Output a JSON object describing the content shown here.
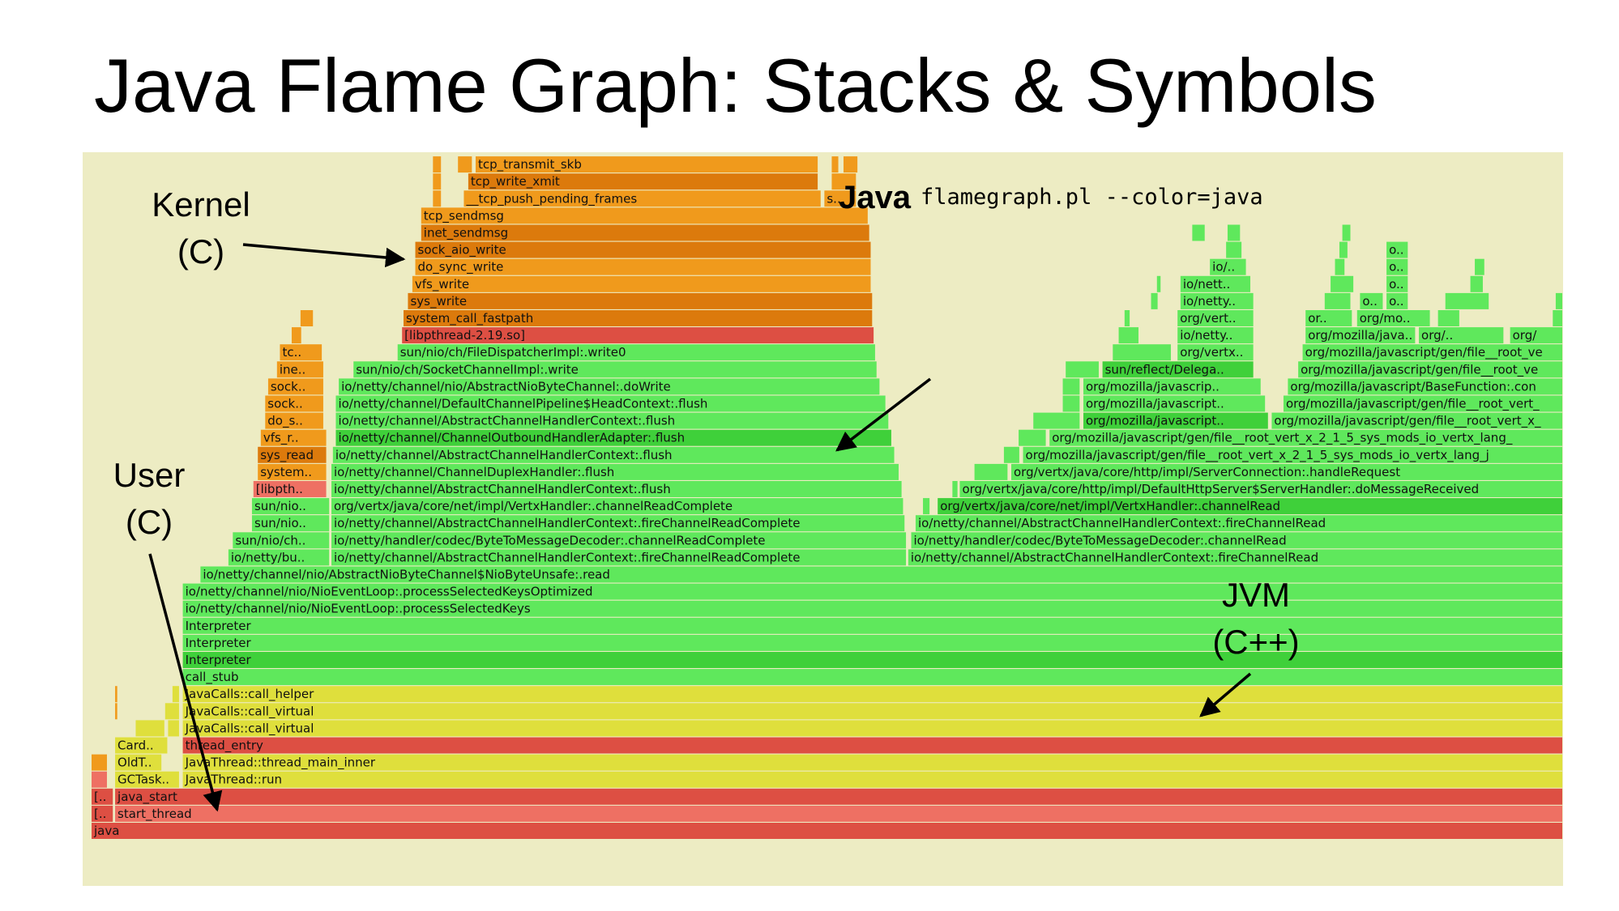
{
  "slide": {
    "title": "Java Flame Graph: Stacks & Symbols",
    "command": "flamegraph.pl --color=java"
  },
  "annotations": {
    "kernel": "Kernel",
    "kernel_lang": "(C)",
    "java": "Java",
    "user": "User",
    "user_lang": "(C)",
    "jvm": "JVM",
    "jvm_lang": "(C++)"
  },
  "colors": {
    "background": "#edecc3",
    "java_green": "#5ee85a",
    "jvm_yellow": "#dcdc3a",
    "user_red": "#e05a4a",
    "kernel_orange": "#e58a10"
  },
  "flame": {
    "frames": [
      {
        "row": 0,
        "label": "java",
        "s": 0,
        "e": 1,
        "c": "red"
      },
      {
        "row": 1,
        "label": "[..",
        "s": 0,
        "e": 0.015,
        "c": "red"
      },
      {
        "row": 1,
        "label": "start_thread",
        "s": 0.016,
        "e": 1,
        "c": "lred"
      },
      {
        "row": 2,
        "label": "[..",
        "s": 0,
        "e": 0.015,
        "c": "red"
      },
      {
        "row": 2,
        "label": "java_start",
        "s": 0.016,
        "e": 1,
        "c": "red"
      },
      {
        "row": 3,
        "label": "",
        "s": 0,
        "e": 0.011,
        "c": "lred"
      },
      {
        "row": 3,
        "label": "GCTask..",
        "s": 0.016,
        "e": 0.06,
        "c": "yellow"
      },
      {
        "row": 3,
        "label": "JavaThread::run",
        "s": 0.062,
        "e": 1,
        "c": "yellow"
      },
      {
        "row": 4,
        "label": "",
        "s": 0,
        "e": 0.011,
        "c": "orange"
      },
      {
        "row": 4,
        "label": "OldT..",
        "s": 0.016,
        "e": 0.048,
        "c": "yellow"
      },
      {
        "row": 4,
        "label": "JavaThread::thread_main_inner",
        "s": 0.062,
        "e": 1,
        "c": "yellow"
      },
      {
        "row": 5,
        "label": "Card..",
        "s": 0.016,
        "e": 0.052,
        "c": "yellow"
      },
      {
        "row": 5,
        "label": "thread_entry",
        "s": 0.062,
        "e": 1,
        "c": "red"
      },
      {
        "row": 6,
        "label": "",
        "s": 0.03,
        "e": 0.05,
        "c": "yellow"
      },
      {
        "row": 6,
        "label": "JavaCalls::call_virtual",
        "s": 0.062,
        "e": 1,
        "c": "yellow"
      },
      {
        "row": 7,
        "label": "JavaCalls::call_virtual",
        "s": 0.062,
        "e": 1,
        "c": "yellow"
      },
      {
        "row": 8,
        "label": "JavaCalls::call_helper",
        "s": 0.062,
        "e": 1,
        "c": "yellow"
      },
      {
        "row": 9,
        "label": "call_stub",
        "s": 0.062,
        "e": 1,
        "c": "green"
      },
      {
        "row": 10,
        "label": "Interpreter",
        "s": 0.062,
        "e": 1,
        "c": "dgreen"
      },
      {
        "row": 11,
        "label": "Interpreter",
        "s": 0.062,
        "e": 1,
        "c": "green"
      },
      {
        "row": 12,
        "label": "Interpreter",
        "s": 0.062,
        "e": 1,
        "c": "green"
      },
      {
        "row": 13,
        "label": "io/netty/channel/nio/NioEventLoop:.processSelectedKeys",
        "s": 0.062,
        "e": 1,
        "c": "green"
      },
      {
        "row": 14,
        "label": "io/netty/channel/nio/NioEventLoop:.processSelectedKeysOptimized",
        "s": 0.062,
        "e": 1,
        "c": "green"
      },
      {
        "row": 15,
        "label": "io/netty/channel/nio/AbstractNioByteChannel$NioByteUnsafe:.read",
        "s": 0.074,
        "e": 1,
        "c": "green"
      },
      {
        "row": 16,
        "label": "io/netty/bu..",
        "s": 0.093,
        "e": 0.162,
        "c": "green"
      },
      {
        "row": 16,
        "label": "io/netty/channel/AbstractChannelHandlerContext:.fireChannelReadComplete",
        "s": 0.163,
        "e": 0.554,
        "c": "green"
      },
      {
        "row": 16,
        "label": "io/netty/channel/AbstractChannelHandlerContext:.fireChannelRead",
        "s": 0.555,
        "e": 1,
        "c": "green"
      },
      {
        "row": 17,
        "label": "sun/nio/ch..",
        "s": 0.096,
        "e": 0.162,
        "c": "green"
      },
      {
        "row": 17,
        "label": "io/netty/handler/codec/ByteToMessageDecoder:.channelReadComplete",
        "s": 0.163,
        "e": 0.554,
        "c": "green"
      },
      {
        "row": 17,
        "label": "io/netty/handler/codec/ByteToMessageDecoder:.channelRead",
        "s": 0.557,
        "e": 1,
        "c": "green"
      },
      {
        "row": 18,
        "label": "sun/nio..",
        "s": 0.109,
        "e": 0.162,
        "c": "green"
      },
      {
        "row": 18,
        "label": "io/netty/channel/AbstractChannelHandlerContext:.fireChannelReadComplete",
        "s": 0.163,
        "e": 0.553,
        "c": "green"
      },
      {
        "row": 18,
        "label": "io/netty/channel/AbstractChannelHandlerContext:.fireChannelRead",
        "s": 0.56,
        "e": 1,
        "c": "green"
      },
      {
        "row": 19,
        "label": "sun/nio..",
        "s": 0.109,
        "e": 0.162,
        "c": "green"
      },
      {
        "row": 19,
        "label": "org/vertx/java/core/net/impl/VertxHandler:.channelReadComplete",
        "s": 0.163,
        "e": 0.552,
        "c": "green"
      },
      {
        "row": 19,
        "label": "org/vertx/java/core/net/impl/VertxHandler:.channelRead",
        "s": 0.575,
        "e": 1,
        "c": "dgreen"
      },
      {
        "row": 20,
        "label": "[libpth..",
        "s": 0.11,
        "e": 0.16,
        "c": "lred"
      },
      {
        "row": 20,
        "label": "io/netty/channel/AbstractChannelHandlerContext:.flush",
        "s": 0.163,
        "e": 0.551,
        "c": "green"
      },
      {
        "row": 20,
        "label": "org/vertx/java/core/http/impl/DefaultHttpServer$ServerHandler:.doMessageReceived",
        "s": 0.59,
        "e": 1,
        "c": "green"
      },
      {
        "row": 21,
        "label": "system..",
        "s": 0.113,
        "e": 0.16,
        "c": "orange"
      },
      {
        "row": 21,
        "label": "io/netty/channel/ChannelDuplexHandler:.flush",
        "s": 0.163,
        "e": 0.549,
        "c": "green"
      },
      {
        "row": 21,
        "label": "org/vertx/java/core/http/impl/ServerConnection:.handleRequest",
        "s": 0.625,
        "e": 1,
        "c": "green"
      },
      {
        "row": 22,
        "label": "sys_read",
        "s": 0.113,
        "e": 0.16,
        "c": "dorange"
      },
      {
        "row": 22,
        "label": "io/netty/channel/AbstractChannelHandlerContext:.flush",
        "s": 0.164,
        "e": 0.546,
        "c": "green"
      },
      {
        "row": 22,
        "label": "org/mozilla/javascript/gen/file__root_vert_x_2_1_5_sys_mods_io_vertx_lang_j",
        "s": 0.633,
        "e": 1,
        "c": "green"
      },
      {
        "row": 23,
        "label": "vfs_r..",
        "s": 0.115,
        "e": 0.16,
        "c": "orange"
      },
      {
        "row": 23,
        "label": "io/netty/channel/ChannelOutboundHandlerAdapter:.flush",
        "s": 0.166,
        "e": 0.544,
        "c": "dgreen"
      },
      {
        "row": 23,
        "label": "org/mozilla/javascript/gen/file__root_vert_x_2_1_5_sys_mods_io_vertx_lang_",
        "s": 0.651,
        "e": 1,
        "c": "green"
      },
      {
        "row": 24,
        "label": "do_s..",
        "s": 0.118,
        "e": 0.158,
        "c": "orange"
      },
      {
        "row": 24,
        "label": "io/netty/channel/AbstractChannelHandlerContext:.flush",
        "s": 0.166,
        "e": 0.542,
        "c": "green"
      },
      {
        "row": 24,
        "label": "org/mozilla/javascript..",
        "s": 0.674,
        "e": 0.8,
        "c": "dgreen"
      },
      {
        "row": 24,
        "label": "org/mozilla/javascript/gen/file__root_vert_x_",
        "s": 0.802,
        "e": 1,
        "c": "green"
      },
      {
        "row": 25,
        "label": "sock..",
        "s": 0.118,
        "e": 0.158,
        "c": "orange"
      },
      {
        "row": 25,
        "label": "io/netty/channel/DefaultChannelPipeline$HeadContext:.flush",
        "s": 0.166,
        "e": 0.54,
        "c": "green"
      },
      {
        "row": 25,
        "label": "org/mozilla/javascript..",
        "s": 0.674,
        "e": 0.798,
        "c": "green"
      },
      {
        "row": 25,
        "label": "org/mozilla/javascript/gen/file__root_vert_",
        "s": 0.81,
        "e": 1,
        "c": "green"
      },
      {
        "row": 26,
        "label": "sock..",
        "s": 0.12,
        "e": 0.158,
        "c": "orange"
      },
      {
        "row": 26,
        "label": "io/netty/channel/nio/AbstractNioByteChannel:.doWrite",
        "s": 0.168,
        "e": 0.536,
        "c": "green"
      },
      {
        "row": 26,
        "label": "org/mozilla/javascrip..",
        "s": 0.674,
        "e": 0.795,
        "c": "green"
      },
      {
        "row": 26,
        "label": "org/mozilla/javascript/BaseFunction:.con",
        "s": 0.813,
        "e": 1,
        "c": "green"
      },
      {
        "row": 27,
        "label": "ine..",
        "s": 0.126,
        "e": 0.158,
        "c": "orange"
      },
      {
        "row": 27,
        "label": "sun/nio/ch/SocketChannelImpl:.write",
        "s": 0.178,
        "e": 0.534,
        "c": "green"
      },
      {
        "row": 27,
        "label": "sun/reflect/Delega..",
        "s": 0.687,
        "e": 0.79,
        "c": "dgreen"
      },
      {
        "row": 27,
        "label": "org/mozilla/javascript/gen/file__root_ve",
        "s": 0.82,
        "e": 1,
        "c": "green"
      },
      {
        "row": 28,
        "label": "tc..",
        "s": 0.128,
        "e": 0.157,
        "c": "orange"
      },
      {
        "row": 28,
        "label": "sun/nio/ch/FileDispatcherImpl:.write0",
        "s": 0.208,
        "e": 0.533,
        "c": "green"
      },
      {
        "row": 28,
        "label": "org/vertx..",
        "s": 0.738,
        "e": 0.79,
        "c": "green"
      },
      {
        "row": 28,
        "label": "org/mozilla/javascript/gen/file__root_ve",
        "s": 0.823,
        "e": 1,
        "c": "green"
      },
      {
        "row": 29,
        "label": "[libpthread-2.19.so]",
        "s": 0.211,
        "e": 0.532,
        "c": "red"
      },
      {
        "row": 29,
        "label": "io/netty..",
        "s": 0.738,
        "e": 0.79,
        "c": "green"
      },
      {
        "row": 29,
        "label": "org/mozilla/java..",
        "s": 0.825,
        "e": 0.9,
        "c": "green"
      },
      {
        "row": 29,
        "label": "org/..",
        "s": 0.902,
        "e": 0.96,
        "c": "green"
      },
      {
        "row": 29,
        "label": "org/",
        "s": 0.964,
        "e": 1,
        "c": "green"
      },
      {
        "row": 30,
        "label": "system_call_fastpath",
        "s": 0.212,
        "e": 0.531,
        "c": "dorange"
      },
      {
        "row": 30,
        "label": "org/vert..",
        "s": 0.738,
        "e": 0.79,
        "c": "green"
      },
      {
        "row": 30,
        "label": "or..",
        "s": 0.825,
        "e": 0.857,
        "c": "green"
      },
      {
        "row": 30,
        "label": "org/mo..",
        "s": 0.86,
        "e": 0.91,
        "c": "green"
      },
      {
        "row": 31,
        "label": "sys_write",
        "s": 0.215,
        "e": 0.531,
        "c": "dorange"
      },
      {
        "row": 31,
        "label": "io/netty..",
        "s": 0.74,
        "e": 0.79,
        "c": "green"
      },
      {
        "row": 31,
        "label": "o..",
        "s": 0.862,
        "e": 0.878,
        "c": "green"
      },
      {
        "row": 31,
        "label": "o..",
        "s": 0.88,
        "e": 0.895,
        "c": "green"
      },
      {
        "row": 32,
        "label": "vfs_write",
        "s": 0.218,
        "e": 0.53,
        "c": "orange"
      },
      {
        "row": 32,
        "label": "io/nett..",
        "s": 0.74,
        "e": 0.788,
        "c": "green"
      },
      {
        "row": 32,
        "label": "o..",
        "s": 0.88,
        "e": 0.895,
        "c": "green"
      },
      {
        "row": 33,
        "label": "do_sync_write",
        "s": 0.22,
        "e": 0.53,
        "c": "orange"
      },
      {
        "row": 33,
        "label": "io/..",
        "s": 0.76,
        "e": 0.785,
        "c": "green"
      },
      {
        "row": 33,
        "label": "o..",
        "s": 0.88,
        "e": 0.895,
        "c": "green"
      },
      {
        "row": 34,
        "label": "sock_aio_write",
        "s": 0.22,
        "e": 0.53,
        "c": "dorange"
      },
      {
        "row": 34,
        "label": "o..",
        "s": 0.88,
        "e": 0.895,
        "c": "green"
      },
      {
        "row": 35,
        "label": "inet_sendmsg",
        "s": 0.224,
        "e": 0.529,
        "c": "dorange"
      },
      {
        "row": 36,
        "label": "tcp_sendmsg",
        "s": 0.224,
        "e": 0.528,
        "c": "orange"
      },
      {
        "row": 37,
        "label": "__tcp_push_pending_frames",
        "s": 0.253,
        "e": 0.496,
        "c": "orange"
      },
      {
        "row": 37,
        "label": "s..",
        "s": 0.498,
        "e": 0.52,
        "c": "orange"
      },
      {
        "row": 38,
        "label": "tcp_write_xmit",
        "s": 0.256,
        "e": 0.494,
        "c": "dorange"
      },
      {
        "row": 39,
        "label": "tcp_transmit_skb",
        "s": 0.261,
        "e": 0.494,
        "c": "orange"
      }
    ],
    "slivers": [
      {
        "row": 34,
        "s": 0.771,
        "e": 0.782,
        "c": "green"
      },
      {
        "row": 35,
        "s": 0.748,
        "e": 0.757,
        "c": "green"
      },
      {
        "row": 35,
        "s": 0.772,
        "e": 0.781,
        "c": "green"
      },
      {
        "row": 35,
        "s": 0.85,
        "e": 0.856,
        "c": "green"
      },
      {
        "row": 34,
        "s": 0.848,
        "e": 0.854,
        "c": "green"
      },
      {
        "row": 33,
        "s": 0.845,
        "e": 0.852,
        "c": "green"
      },
      {
        "row": 32,
        "s": 0.842,
        "e": 0.858,
        "c": "green"
      },
      {
        "row": 31,
        "s": 0.838,
        "e": 0.856,
        "c": "green"
      },
      {
        "row": 33,
        "s": 0.94,
        "e": 0.947,
        "c": "green"
      },
      {
        "row": 32,
        "s": 0.937,
        "e": 0.946,
        "c": "green"
      },
      {
        "row": 31,
        "s": 0.92,
        "e": 0.95,
        "c": "green"
      },
      {
        "row": 30,
        "s": 0.915,
        "e": 0.93,
        "c": "green"
      },
      {
        "row": 30,
        "s": 0.993,
        "e": 1,
        "c": "green"
      },
      {
        "row": 31,
        "s": 0.995,
        "e": 1,
        "c": "green"
      },
      {
        "row": 32,
        "s": 0.724,
        "e": 0.727,
        "c": "green"
      },
      {
        "row": 31,
        "s": 0.72,
        "e": 0.725,
        "c": "green"
      },
      {
        "row": 30,
        "s": 0.702,
        "e": 0.706,
        "c": "green"
      },
      {
        "row": 29,
        "s": 0.698,
        "e": 0.712,
        "c": "green"
      },
      {
        "row": 28,
        "s": 0.694,
        "e": 0.734,
        "c": "green"
      },
      {
        "row": 27,
        "s": 0.662,
        "e": 0.685,
        "c": "green"
      },
      {
        "row": 26,
        "s": 0.66,
        "e": 0.672,
        "c": "green"
      },
      {
        "row": 25,
        "s": 0.66,
        "e": 0.672,
        "c": "green"
      },
      {
        "row": 24,
        "s": 0.64,
        "e": 0.672,
        "c": "green"
      },
      {
        "row": 23,
        "s": 0.63,
        "e": 0.649,
        "c": "green"
      },
      {
        "row": 22,
        "s": 0.62,
        "e": 0.631,
        "c": "green"
      },
      {
        "row": 21,
        "s": 0.6,
        "e": 0.623,
        "c": "green"
      },
      {
        "row": 20,
        "s": 0.585,
        "e": 0.589,
        "c": "green"
      },
      {
        "row": 19,
        "s": 0.565,
        "e": 0.57,
        "c": "green"
      },
      {
        "row": 39,
        "s": 0.232,
        "e": 0.238,
        "c": "orange"
      },
      {
        "row": 39,
        "s": 0.249,
        "e": 0.259,
        "c": "orange"
      },
      {
        "row": 38,
        "s": 0.232,
        "e": 0.238,
        "c": "orange"
      },
      {
        "row": 37,
        "s": 0.232,
        "e": 0.238,
        "c": "orange"
      },
      {
        "row": 36,
        "s": 0.232,
        "e": 0.238,
        "c": "orange"
      },
      {
        "row": 39,
        "s": 0.503,
        "e": 0.508,
        "c": "orange"
      },
      {
        "row": 39,
        "s": 0.511,
        "e": 0.521,
        "c": "orange"
      },
      {
        "row": 38,
        "s": 0.503,
        "e": 0.52,
        "c": "orange"
      },
      {
        "row": 29,
        "s": 0.136,
        "e": 0.143,
        "c": "orange"
      },
      {
        "row": 30,
        "s": 0.142,
        "e": 0.151,
        "c": "orange"
      },
      {
        "row": 8,
        "s": 0.016,
        "e": 0.018,
        "c": "orange"
      },
      {
        "row": 7,
        "s": 0.016,
        "e": 0.018,
        "c": "orange"
      },
      {
        "row": 8,
        "s": 0.055,
        "e": 0.06,
        "c": "yellow"
      },
      {
        "row": 7,
        "s": 0.05,
        "e": 0.06,
        "c": "yellow"
      },
      {
        "row": 6,
        "s": 0.052,
        "e": 0.06,
        "c": "yellow"
      }
    ]
  }
}
